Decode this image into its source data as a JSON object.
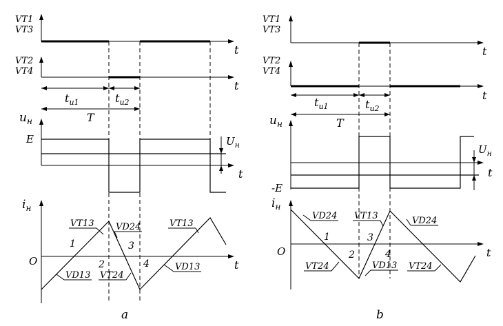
{
  "panels": [
    {
      "id": "a",
      "caption": "a",
      "signals": {
        "vt13_line1": "VT1",
        "vt13_line2": "VT3",
        "vt24_line1": "VT2",
        "vt24_line2": "VT4",
        "u_label_main": "u",
        "u_label_sub": "н",
        "i_label_main": "i",
        "i_label_sub": "н"
      },
      "time_label": "t",
      "interval_1_main": "t",
      "interval_1_sub": "u1",
      "interval_2_main": "t",
      "interval_2_sub": "u2",
      "period_label": "T",
      "voltage_level": "E",
      "avg_voltage_main": "U",
      "avg_voltage_sub": "н",
      "origin_label": "O",
      "current_labels": [
        "VT13",
        "VD24",
        "VT13",
        "VD13",
        "VT24",
        "VD13"
      ],
      "segment_numbers": [
        "1",
        "2",
        "3",
        "4"
      ]
    },
    {
      "id": "b",
      "caption": "b",
      "signals": {
        "vt13_line1": "VT1",
        "vt13_line2": "VT3",
        "vt24_line1": "VT2",
        "vt24_line2": "VT4",
        "u_label_main": "u",
        "u_label_sub": "н",
        "i_label_main": "i",
        "i_label_sub": "н"
      },
      "time_label": "t",
      "interval_1_main": "t",
      "interval_1_sub": "u1",
      "interval_2_main": "t",
      "interval_2_sub": "u2",
      "period_label": "T",
      "voltage_level": "-E",
      "avg_voltage_main": "U",
      "avg_voltage_sub": "н",
      "origin_label": "O",
      "current_labels": [
        "VD24",
        "VT13",
        "VD24",
        "VT24",
        "VD13",
        "VT24"
      ],
      "segment_numbers": [
        "1",
        "2",
        "3",
        "4"
      ]
    }
  ]
}
